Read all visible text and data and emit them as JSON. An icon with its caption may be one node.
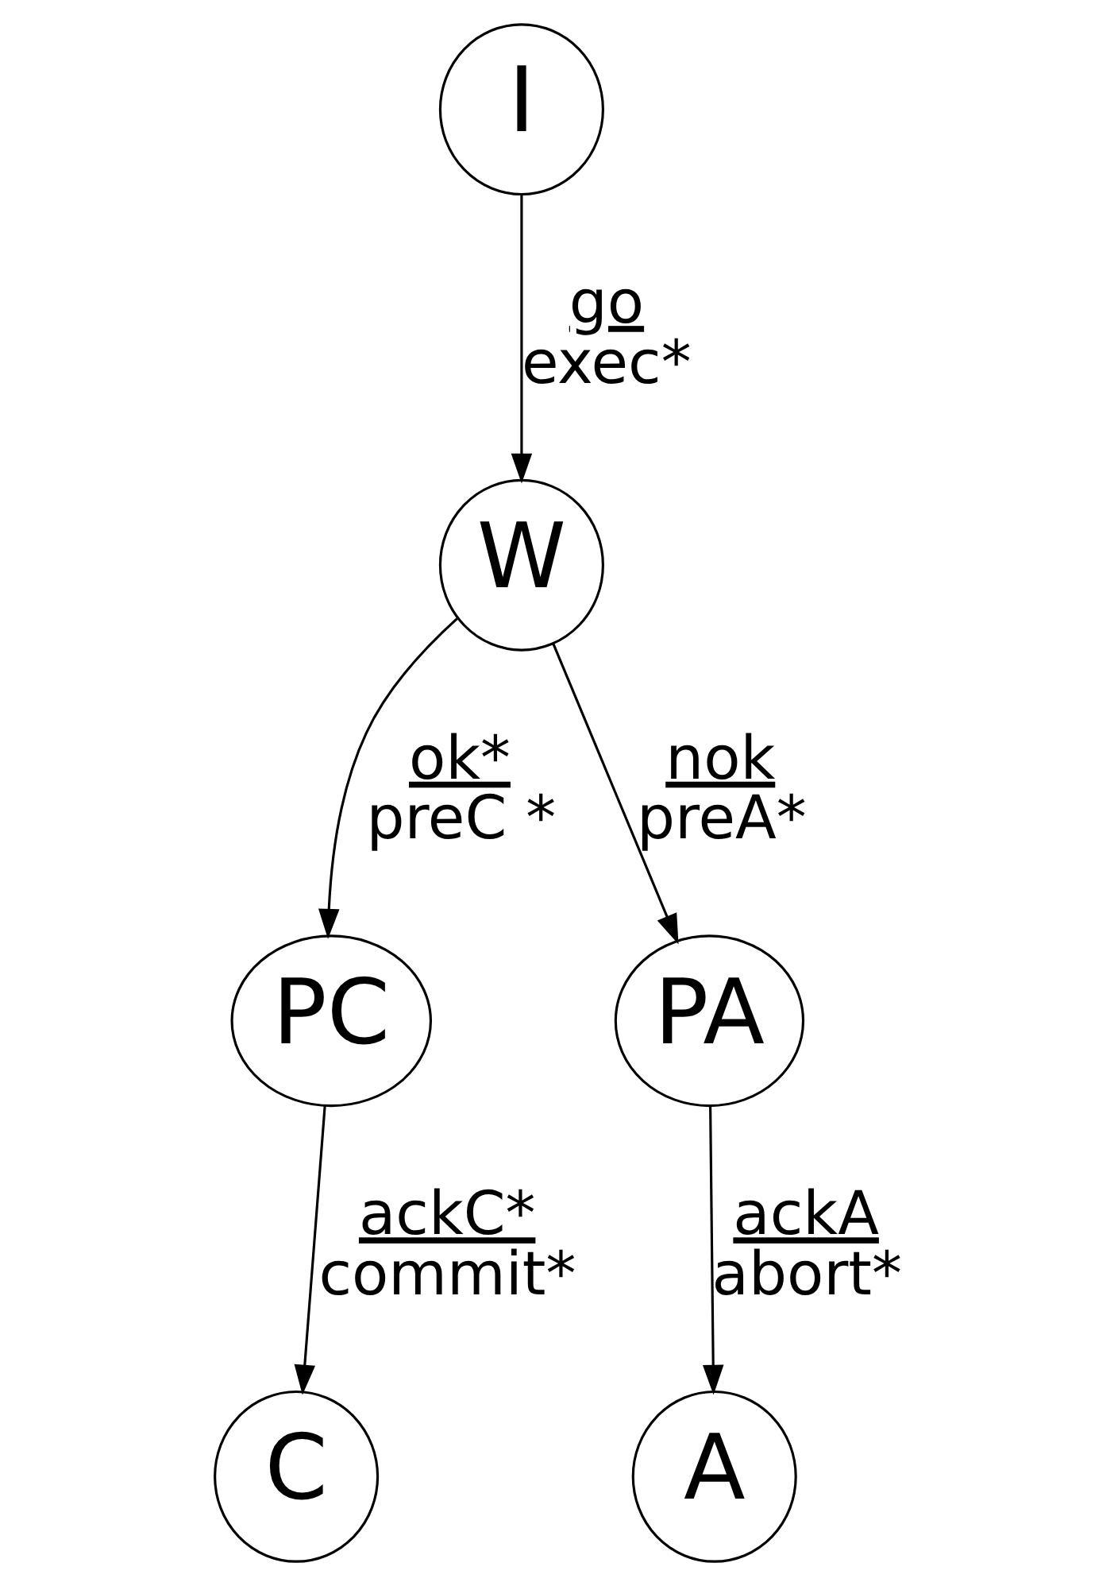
{
  "diagram": {
    "nodes": [
      {
        "text": [
          "I"
        ]
      },
      {
        "text": [
          "W"
        ]
      },
      {
        "text": [
          "PC"
        ]
      },
      {
        "text": [
          "PA"
        ]
      },
      {
        "text": [
          "C"
        ]
      },
      {
        "text": [
          "A"
        ]
      }
    ],
    "edges": [
      {
        "from": 0,
        "to": 1,
        "arrow": "to",
        "label": "go exec*"
      },
      {
        "from": 1,
        "to": 2,
        "arrow": "to",
        "label": "ok* preC *"
      },
      {
        "from": 1,
        "to": 3,
        "arrow": "to",
        "label": "nok preA*"
      },
      {
        "from": 2,
        "to": 4,
        "arrow": "to",
        "label": "ackC* commit*"
      },
      {
        "from": 3,
        "to": 5,
        "arrow": "to",
        "label": "ackA abort*"
      }
    ]
  }
}
